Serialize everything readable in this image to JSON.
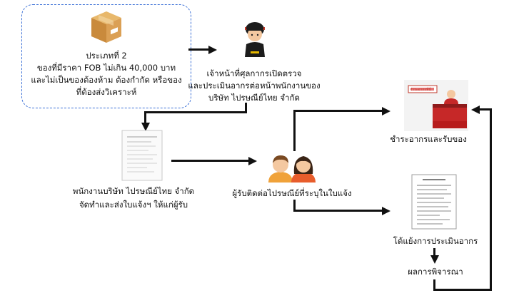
{
  "box": {
    "title": "ประเภทที่ 2",
    "line1": "ของที่มีราคา FOB ไม่เกิน 40,000 บาท",
    "line2": "และไม่เป็นของต้องห้าม ต้องกำกัด หรือของ",
    "line3": "ที่ต้องส่งวิเคราะห์"
  },
  "officer": {
    "line1": "เจ้าหน้าที่ศุลกากรเปิดตรวจ",
    "line2": "และประเมินอากรต่อหน้าพนักงานของ",
    "line3": "บริษัท ไปรษณีย์ไทย จำกัด"
  },
  "postal_staff": {
    "line1": "พนักงานบริษัท ไปรษณีย์ไทย จำกัด",
    "line2": "จัดทำและส่งใบแจ้งฯ ให้แก่ผู้รับ"
  },
  "recipient": {
    "label": "ผู้รับติดต่อไปรษณีย์ที่ระบุในใบแจ้ง"
  },
  "pay": {
    "label": "ชำระอากรและรับของ",
    "counter_sign": "ชำระอากรที่นี่"
  },
  "dispute": {
    "label": "โต้แย้งการประเมินอากร"
  },
  "result": {
    "label": "ผลการพิจารณา"
  },
  "icons": [
    "package-box-icon",
    "customs-officer-icon",
    "notice-document-icon",
    "recipient-people-icon",
    "payment-counter-icon",
    "appeal-document-icon"
  ]
}
